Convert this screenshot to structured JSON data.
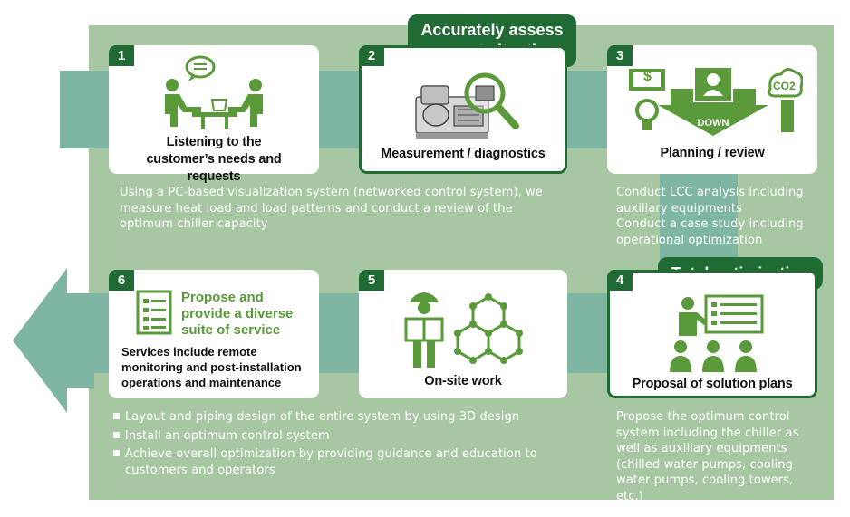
{
  "colors": {
    "background_panel": "#a7c7a2",
    "band": "#7eb5a3",
    "dark_green": "#1f6b33",
    "icon_green": "#5a9a3a"
  },
  "tags": {
    "assess": "Accurately assess current situation",
    "optimization": "Total optimization"
  },
  "steps": [
    {
      "number": "1",
      "title": "Listening to the customer’s needs and requests",
      "icon": "meeting-icon"
    },
    {
      "number": "2",
      "title": "Measurement / diagnostics",
      "icon": "magnifier-chiller-icon"
    },
    {
      "number": "3",
      "title": "Planning / review",
      "icon": "planning-icons",
      "money_label": "$",
      "down_label": "DOWN",
      "co2_label": "CO2"
    },
    {
      "number": "4",
      "title": "Proposal of solution plans",
      "icon": "presentation-icon"
    },
    {
      "number": "5",
      "title": "On-site work",
      "icon": "worker-structure-icon"
    },
    {
      "number": "6",
      "heading": "Propose and provide a diverse suite of service",
      "title": "Services include remote monitoring and post-installation operations and maintenance",
      "icon": "checklist-icon"
    }
  ],
  "descriptions": {
    "step2": "Using a PC-based visualization system (networked control system), we measure heat load and load patterns and conduct a review of the optimum chiller capacity",
    "step3": [
      "Conduct LCC analysis including auxiliary equipments",
      "Conduct a case study including operational optimization"
    ],
    "step4": "Propose the optimum control system including the chiller as well as auxiliary equipments (chilled water pumps, cooling water pumps, cooling towers, etc.)",
    "step5_bullets": [
      "Layout and piping design of the entire system by using 3D design",
      "Install an optimum control system",
      "Achieve overall optimization by providing guidance and education to customers and operators"
    ]
  }
}
